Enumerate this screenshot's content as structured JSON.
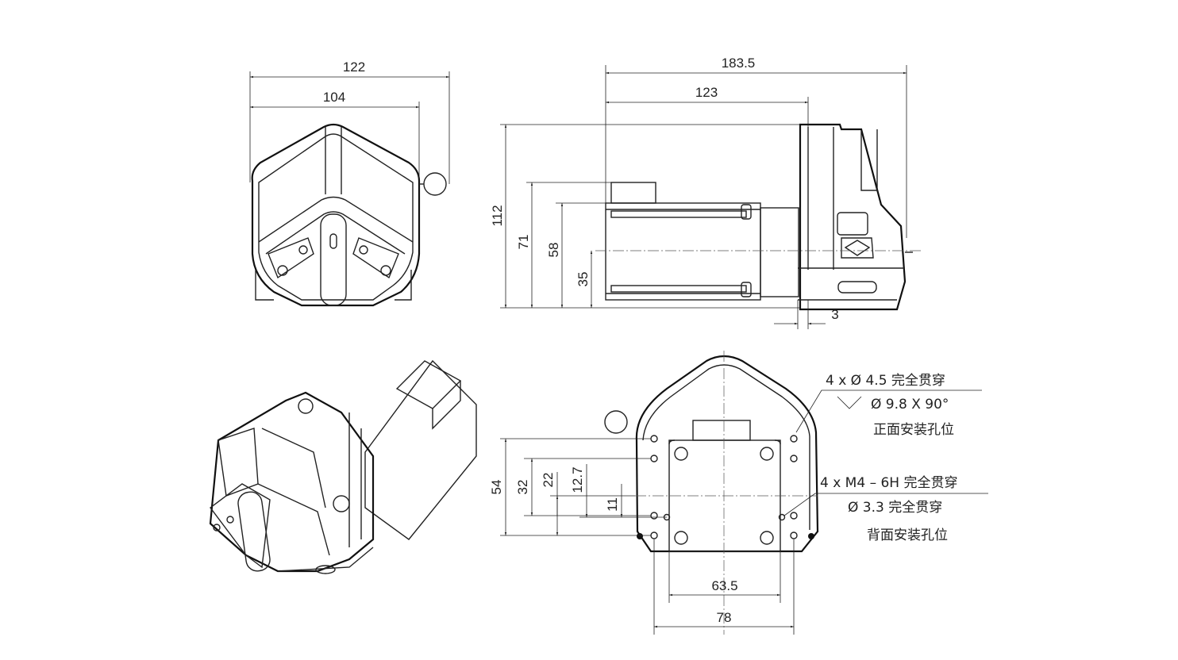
{
  "front_view": {
    "width_overall": "122",
    "width_body": "104"
  },
  "side_view": {
    "length_overall": "183.5",
    "length_motor": "123",
    "height_overall": "112",
    "height_71": "71",
    "height_58": "58",
    "height_35": "35",
    "offset_3": "3"
  },
  "back_view": {
    "width_63_5": "63.5",
    "width_78": "78",
    "height_54": "54",
    "height_32": "32",
    "height_22": "22",
    "height_12_7": "12.7",
    "height_11": "11"
  },
  "notes": {
    "front_holes_line1": "4 x  Ø 4.5 完全贯穿",
    "front_holes_line2": "Ø 9.8 X 90°",
    "front_holes_line3": "正面安装孔位",
    "back_holes_line1": "4 x  M4 – 6H 完全贯穿",
    "back_holes_line2": "Ø 3.3 完全贯穿",
    "back_holes_line3": "背面安装孔位"
  }
}
